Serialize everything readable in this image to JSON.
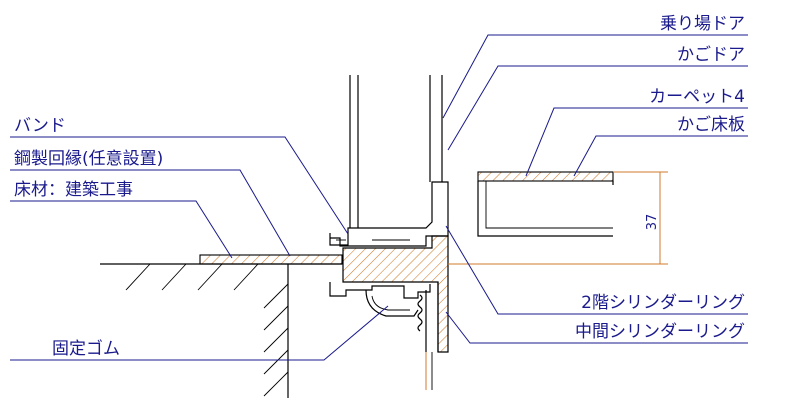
{
  "labels": {
    "landing_door": "乗り場ドア",
    "car_door": "かごドア",
    "carpet": "カーペット4",
    "car_floor": "かご床板",
    "band": "バンド",
    "steel_edge": "鋼製回縁(任意設置)",
    "floor_material": "床材：建築工事",
    "cylinder_ring_2f": "2階シリンダーリング",
    "cylinder_ring_mid": "中間シリンダーリング",
    "fixing_rubber": "固定ゴム"
  },
  "dimension": {
    "height": "37"
  },
  "colors": {
    "label": "#1a1a8c",
    "hatch": "#d07a2a",
    "line": "#000000"
  }
}
